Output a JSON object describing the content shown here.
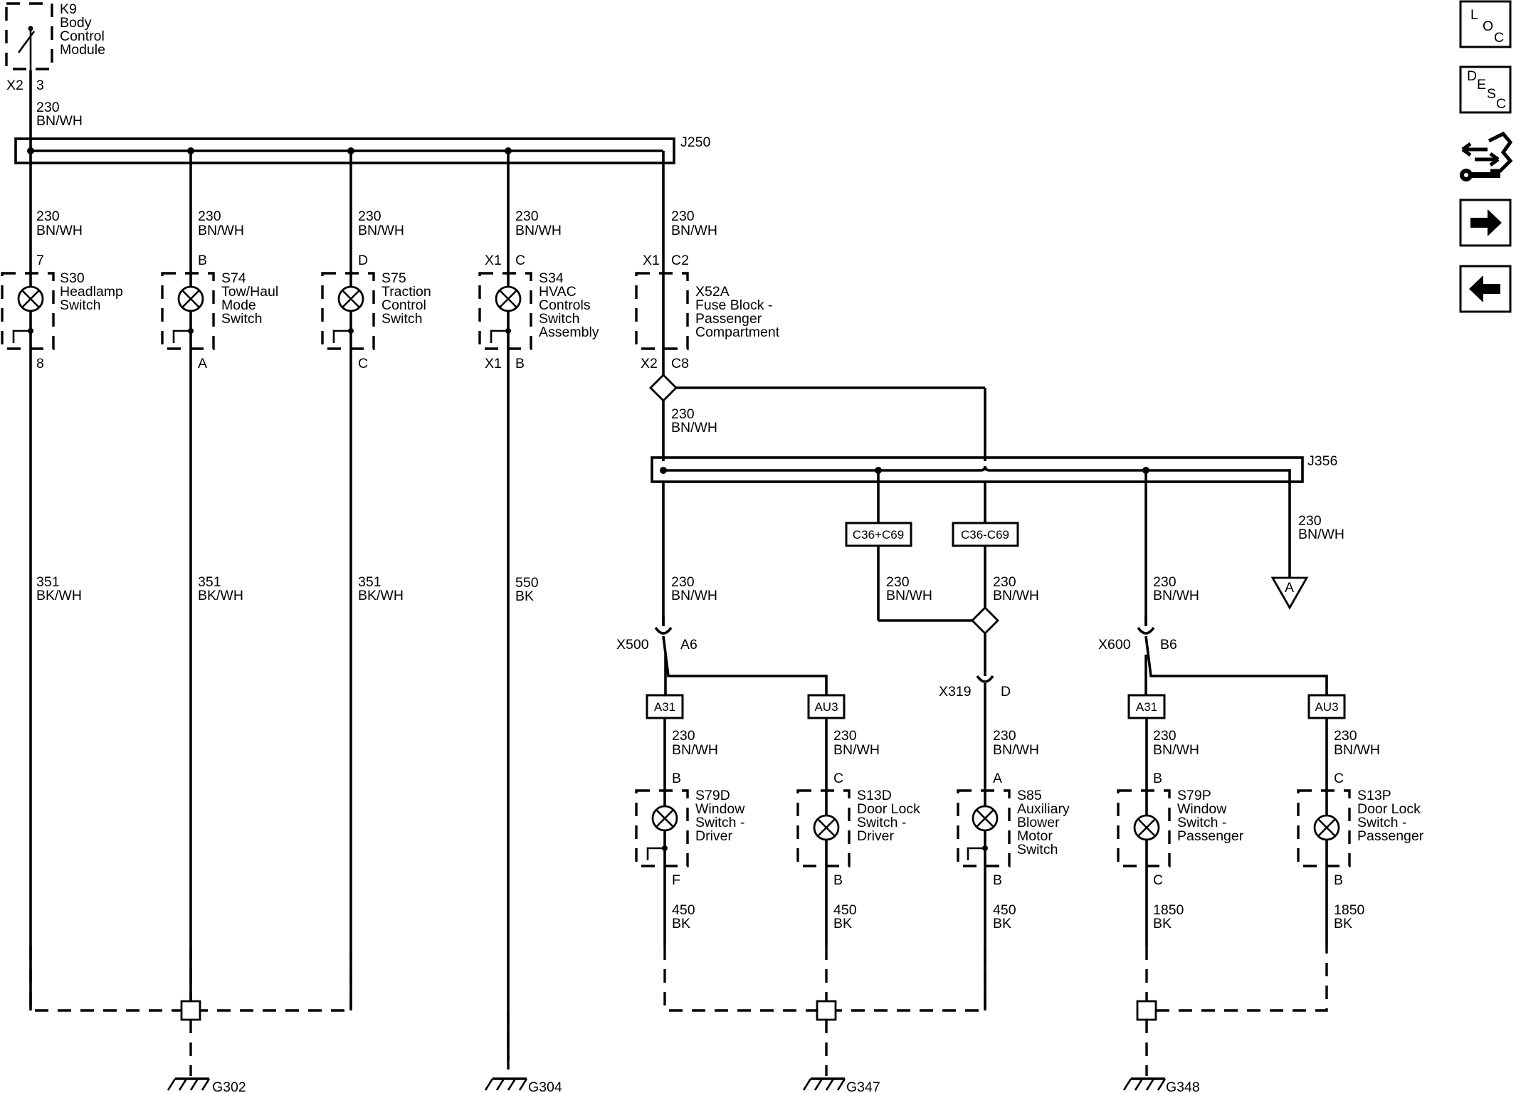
{
  "module": {
    "ref": "K9",
    "name": [
      "Body",
      "Control",
      "Module"
    ],
    "conn": "X2",
    "pin": "3",
    "wire": [
      "230",
      "BN/WH"
    ]
  },
  "splices": {
    "top": "J250",
    "lower": "J356"
  },
  "switches": [
    {
      "ref": "S30",
      "name": [
        "Headlamp",
        "Switch"
      ],
      "wire_in": [
        "230",
        "BN/WH"
      ],
      "pin_in": "7",
      "pin_out": "8",
      "wire_out": [
        "351",
        "BK/WH"
      ]
    },
    {
      "ref": "S74",
      "name": [
        "Tow/Haul",
        "Mode",
        "Switch"
      ],
      "wire_in": [
        "230",
        "BN/WH"
      ],
      "pin_in": "B",
      "pin_out": "A",
      "wire_out": [
        "351",
        "BK/WH"
      ]
    },
    {
      "ref": "S75",
      "name": [
        "Traction",
        "Control",
        "Switch"
      ],
      "wire_in": [
        "230",
        "BN/WH"
      ],
      "pin_in": "D",
      "pin_out": "C",
      "wire_out": [
        "351",
        "BK/WH"
      ]
    },
    {
      "ref": "S34",
      "name": [
        "HVAC",
        "Controls",
        "Switch",
        "Assembly"
      ],
      "wire_in": [
        "230",
        "BN/WH"
      ],
      "conn_in": "X1",
      "pin_in": "C",
      "conn_out": "X1",
      "pin_out": "B",
      "wire_out": [
        "550",
        "BK"
      ]
    }
  ],
  "fuse_block": {
    "ref": "X52A",
    "name": [
      "Fuse Block -",
      "Passenger",
      "Compartment"
    ],
    "wire_in": [
      "230",
      "BN/WH"
    ],
    "conn_in": "X1",
    "pin_in": "C2",
    "conn_out": "X2",
    "pin_out": "C8",
    "wire_out": [
      "230",
      "BN/WH"
    ]
  },
  "options": {
    "c_plus": "C36+C69",
    "c_minus": "C36-C69",
    "a31": "A31",
    "au3": "AU3"
  },
  "branches": {
    "j356_out": [
      "230",
      "BN/WH"
    ],
    "left": [
      "230",
      "BN/WH"
    ],
    "mid_a": [
      "230",
      "BN/WH"
    ],
    "mid_b": [
      "230",
      "BN/WH"
    ],
    "right": [
      "230",
      "BN/WH"
    ],
    "offpage_label": "A"
  },
  "inline_connectors": [
    {
      "conn": "X500",
      "pin": "A6"
    },
    {
      "conn": "X319",
      "pin": "D"
    },
    {
      "conn": "X600",
      "pin": "B6"
    }
  ],
  "lower_switches": [
    {
      "ref": "S79D",
      "name": [
        "Window",
        "Switch -",
        "Driver"
      ],
      "wire_in": [
        "230",
        "BN/WH"
      ],
      "pin_in": "B",
      "pin_out": "F",
      "wire_out": [
        "450",
        "BK"
      ]
    },
    {
      "ref": "S13D",
      "name": [
        "Door Lock",
        "Switch -",
        "Driver"
      ],
      "wire_in": [
        "230",
        "BN/WH"
      ],
      "pin_in": "C",
      "pin_out": "B",
      "wire_out": [
        "450",
        "BK"
      ]
    },
    {
      "ref": "S85",
      "name": [
        "Auxiliary",
        "Blower",
        "Motor",
        "Switch"
      ],
      "wire_in": [
        "230",
        "BN/WH"
      ],
      "pin_in": "A",
      "pin_out": "B",
      "wire_out": [
        "450",
        "BK"
      ]
    },
    {
      "ref": "S79P",
      "name": [
        "Window",
        "Switch -",
        "Passenger"
      ],
      "wire_in": [
        "230",
        "BN/WH"
      ],
      "pin_in": "B",
      "pin_out": "C",
      "wire_out": [
        "1850",
        "BK"
      ]
    },
    {
      "ref": "S13P",
      "name": [
        "Door Lock",
        "Switch -",
        "Passenger"
      ],
      "wire_in": [
        "230",
        "BN/WH"
      ],
      "pin_in": "C",
      "pin_out": "B",
      "wire_out": [
        "1850",
        "BK"
      ]
    }
  ],
  "grounds": [
    "G302",
    "G304",
    "G347",
    "G348"
  ],
  "nav": {
    "loc": [
      "L",
      "O",
      "C"
    ],
    "desc": [
      "D",
      "E",
      "S",
      "C"
    ],
    "connector_icon": "connector-wrench-icon",
    "next_icon": "arrow-right-icon",
    "prev_icon": "arrow-left-icon"
  }
}
